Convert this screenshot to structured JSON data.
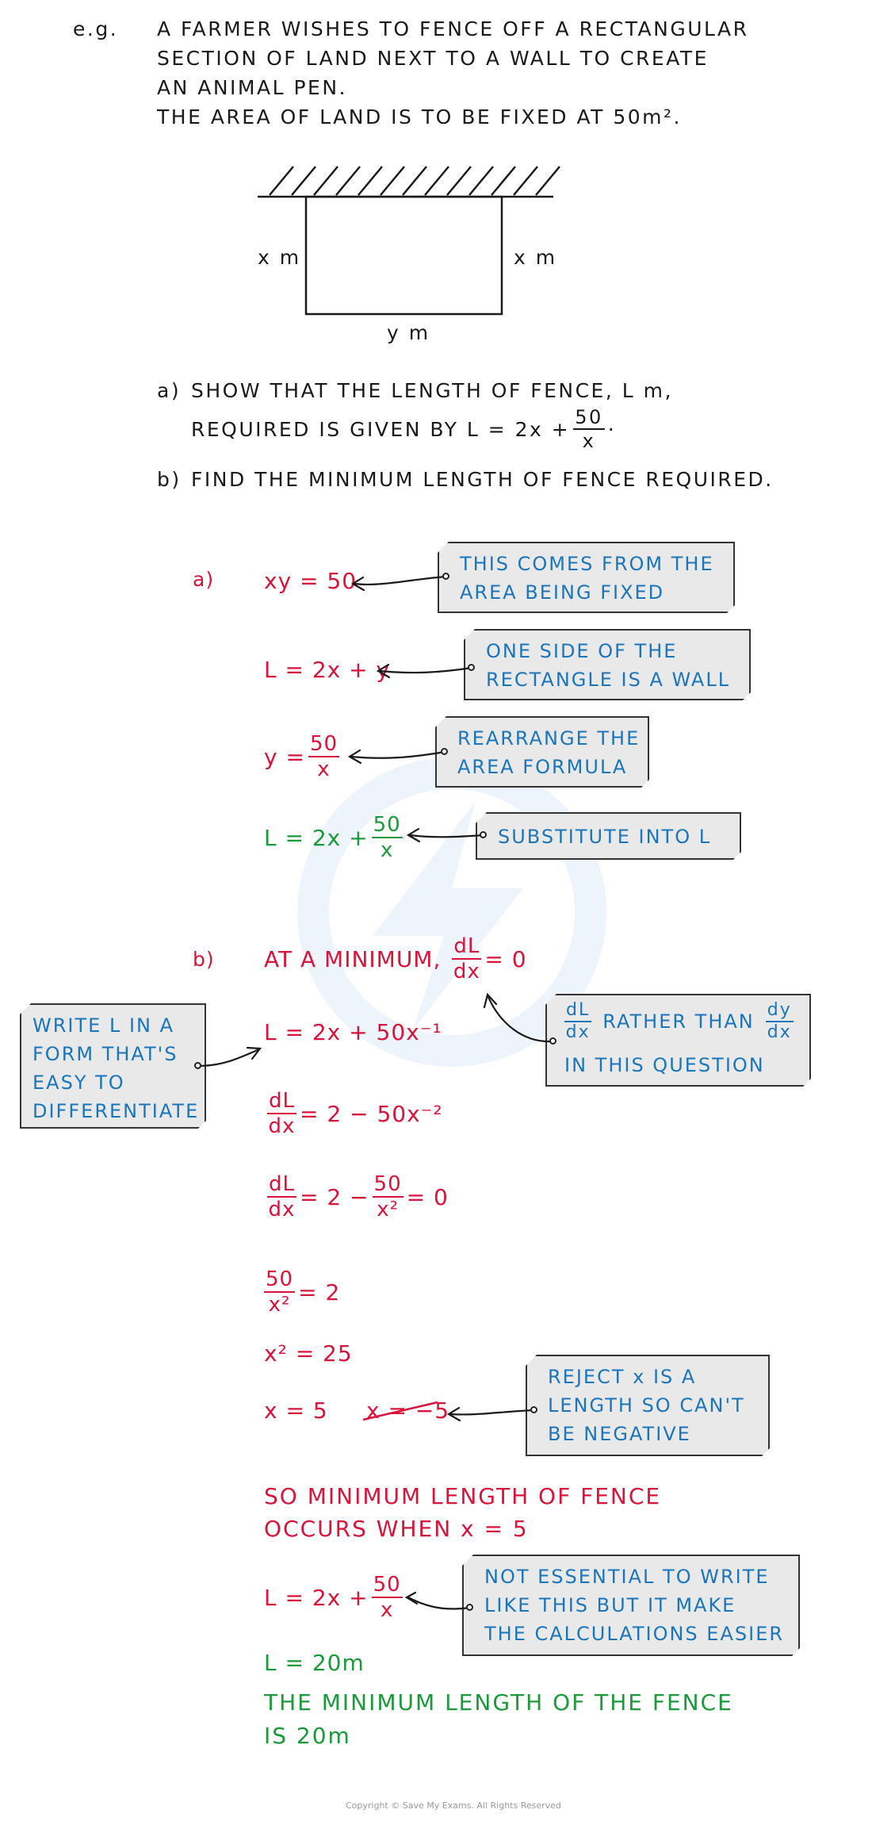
{
  "problem": {
    "eg_label": "e.g.",
    "lines": [
      "A FARMER WISHES TO FENCE OFF A RECTANGULAR",
      "SECTION OF LAND NEXT TO A WALL TO CREATE",
      "AN ANIMAL PEN.",
      "THE AREA OF LAND IS TO BE FIXED AT 50m²."
    ]
  },
  "diagram": {
    "left_label": "x m",
    "right_label": "x m",
    "bottom_label": "y m"
  },
  "questions": {
    "a_label": "a)",
    "a_line1": "SHOW THAT THE LENGTH OF FENCE, L m,",
    "a_line2": "REQUIRED IS GIVEN BY L = 2x +",
    "a_frac_num": "50",
    "a_frac_den": "x",
    "a_end": "·",
    "b_label": "b)",
    "b_line": "FIND THE MINIMUM LENGTH OF FENCE REQUIRED."
  },
  "part_a": {
    "label": "a)",
    "eq1": "xy = 50",
    "eq2": "L = 2x + y",
    "eq3_lhs": "y =",
    "eq3_num": "50",
    "eq3_den": "x",
    "eq4_lhs": "L = 2x +",
    "eq4_num": "50",
    "eq4_den": "x",
    "note1": [
      "THIS COMES FROM THE",
      "AREA BEING FIXED"
    ],
    "note2": [
      "ONE SIDE OF THE",
      "RECTANGLE IS A WALL"
    ],
    "note3": [
      "REARRANGE THE",
      "AREA FORMULA"
    ],
    "note4": [
      "SUBSTITUTE INTO L"
    ]
  },
  "part_b": {
    "label": "b)",
    "at_min": "AT A MINIMUM,",
    "dl": "dL",
    "dx": "dx",
    "eq_zero": "= 0",
    "eq_L": "L = 2x + 50x⁻¹",
    "deriv1_rhs": "= 2 − 50x⁻²",
    "deriv2_mid": "= 2 −",
    "deriv2_num": "50",
    "deriv2_den": "x²",
    "deriv2_end": "= 0",
    "step_num": "50",
    "step_den": "x²",
    "step_rhs": "= 2",
    "x2": "x² = 25",
    "x5": "x = 5",
    "xneg": "x = −5",
    "so1": "SO MINIMUM LENGTH OF FENCE",
    "so2": "OCCURS WHEN x = 5",
    "final_lhs": "L = 2x +",
    "final_num": "50",
    "final_den": "x",
    "result": "L = 20m",
    "concl1": "THE MINIMUM LENGTH OF THE FENCE",
    "concl2": "IS 20m",
    "note_write": [
      "WRITE L IN A",
      "FORM THAT'S",
      "EASY TO",
      "DIFFERENTIATE"
    ],
    "note_dy_text": "RATHER THAN",
    "note_dy_line2": "IN THIS QUESTION",
    "note_dy_dl": "dL",
    "note_dy_dx": "dx",
    "note_dy_dy": "dy",
    "note_dy_dx2": "dx",
    "note_reject": [
      "REJECT x IS A",
      "LENGTH SO CAN'T",
      "BE NEGATIVE"
    ],
    "note_final": [
      "NOT ESSENTIAL TO WRITE",
      "LIKE THIS BUT IT MAKE",
      "THE CALCULATIONS EASIER"
    ]
  },
  "footer": {
    "copyright": "Copyright © Save My Exams. All Rights Reserved"
  },
  "colors": {
    "red": "#d9143a",
    "green": "#1a9a3b",
    "blue": "#1b75bb",
    "note_bg": "#e9e9ea"
  }
}
